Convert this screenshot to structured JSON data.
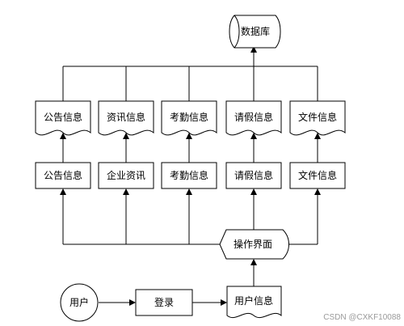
{
  "diagram": {
    "database": {
      "label": "数据库"
    },
    "documents": [
      {
        "label": "公告信息"
      },
      {
        "label": "资讯信息"
      },
      {
        "label": "考勤信息"
      },
      {
        "label": "请假信息"
      },
      {
        "label": "文件信息"
      }
    ],
    "modules": [
      {
        "label": "公告信息"
      },
      {
        "label": "企业资讯"
      },
      {
        "label": "考勤信息"
      },
      {
        "label": "请假信息"
      },
      {
        "label": "文件信息"
      }
    ],
    "interface": {
      "label": "操作界面"
    },
    "user": {
      "label": "用户"
    },
    "login": {
      "label": "登录"
    },
    "user_info": {
      "label": "用户信息"
    }
  },
  "watermark": "CSDN @CXKF10088"
}
